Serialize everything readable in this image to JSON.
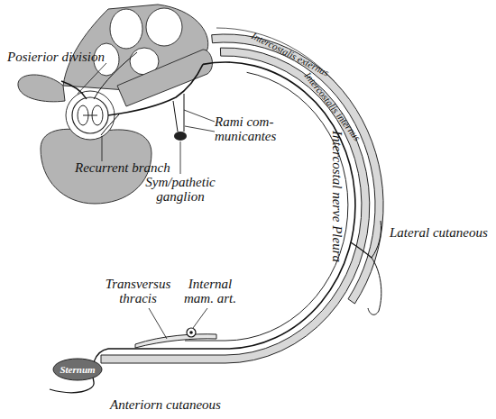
{
  "diagram": {
    "nodes": [
      {
        "text": [
          "Sternum"
        ]
      }
    ],
    "labels": [
      "Posierior division",
      "Rami com- municantes",
      "Recurrent branch",
      "Sym/pathetic ganglion",
      "Intercostalis externus",
      "Intercostalis internus",
      "Intercostal nerve Pleura",
      "Lateral cutaneous",
      "Transversus thracis",
      "Internal mam. art.",
      "Anteriorn cutaneous"
    ]
  }
}
